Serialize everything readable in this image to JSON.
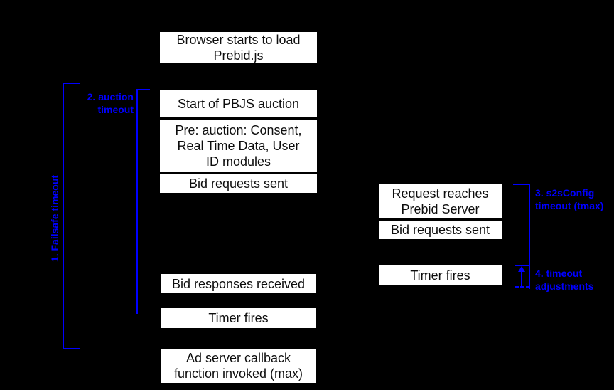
{
  "colors": {
    "background": "#000000",
    "box_fill": "#ffffff",
    "box_text": "#0d0d0d",
    "annotation_blue": "#0000ff"
  },
  "left_column": {
    "browser_box": "Browser starts to load\nPrebid.js",
    "auction_group": {
      "start": "Start of PBJS auction",
      "pre_auction": "Pre: auction: Consent,\nReal Time Data, User\nID modules",
      "bid_requests_sent": "Bid requests sent"
    },
    "bid_responses_received": "Bid responses received",
    "timer_fires": "Timer fires",
    "ad_server_callback": "Ad server callback\nfunction invoked (max)"
  },
  "right_column": {
    "server_group": {
      "request_reaches": "Request reaches\nPrebid Server",
      "bid_requests_sent": "Bid requests sent"
    },
    "timer_fires": "Timer fires"
  },
  "annotations": {
    "failsafe_timeout": "1. Failsafe timeout",
    "auction_timeout": "2. auction\ntimeout",
    "s2s_timeout": "3. s2sConfig\ntimeout (tmax)",
    "timeout_adjustments": "4. timeout\nadjustments"
  }
}
